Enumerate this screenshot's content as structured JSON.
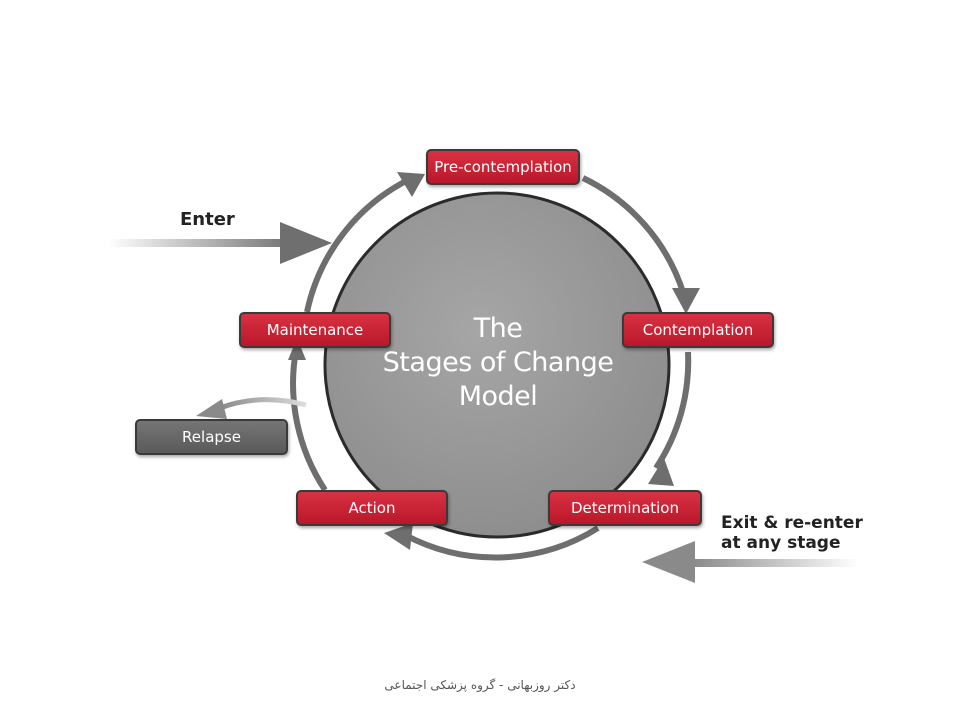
{
  "diagram": {
    "title_lines": [
      "The",
      "Stages of Change",
      "Model"
    ],
    "stages": {
      "precontemplation": "Pre-contemplation",
      "contemplation": "Contemplation",
      "determination": "Determination",
      "action": "Action",
      "maintenance": "Maintenance",
      "relapse": "Relapse"
    },
    "enter_label": "Enter",
    "exit_label_lines": [
      "Exit & re-enter",
      "at any stage"
    ],
    "colors": {
      "stage_red": "#c41f30",
      "relapse_grey": "#636363",
      "circle_grey": "#9a9a9a",
      "arrow_grey": "#6e6e6e"
    }
  },
  "footer": "دکتر روزبهانی - گروه پزشکی اجتماعی"
}
